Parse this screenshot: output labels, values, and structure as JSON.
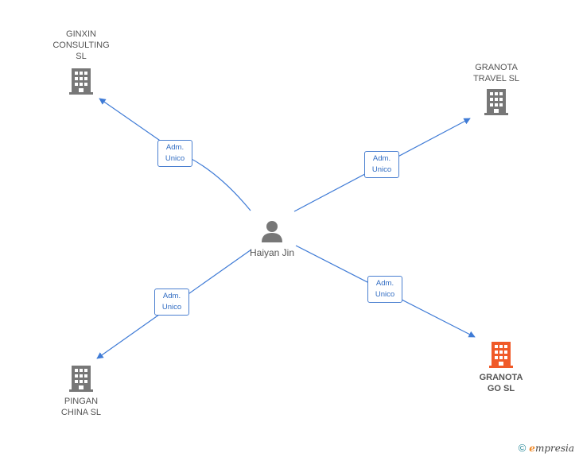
{
  "person": {
    "name": "Haiyan Jin",
    "icon": "person-icon"
  },
  "companies": [
    {
      "id": "ginxin",
      "name": "GINXIN\nCONSULTING\nSL",
      "icon": "building-icon",
      "color": "#777777"
    },
    {
      "id": "granota-travel",
      "name": "GRANOTA\nTRAVEL  SL",
      "icon": "building-icon",
      "color": "#777777"
    },
    {
      "id": "pingan",
      "name": "PINGAN\nCHINA  SL",
      "icon": "building-icon",
      "color": "#777777"
    },
    {
      "id": "granota-go",
      "name": "GRANOTA\nGO  SL",
      "icon": "building-icon",
      "color": "#f05a28"
    }
  ],
  "edges": [
    {
      "label1": "Adm.",
      "label2": "Unico"
    },
    {
      "label1": "Adm.",
      "label2": "Unico"
    },
    {
      "label1": "Adm.",
      "label2": "Unico"
    },
    {
      "label1": "Adm.",
      "label2": "Unico"
    }
  ],
  "colors": {
    "edge": "#3f7bd6",
    "icon_gray": "#777777",
    "icon_highlight": "#f05a28"
  },
  "brand": {
    "copyright": "©",
    "name": "mpresia",
    "initial": "e"
  }
}
